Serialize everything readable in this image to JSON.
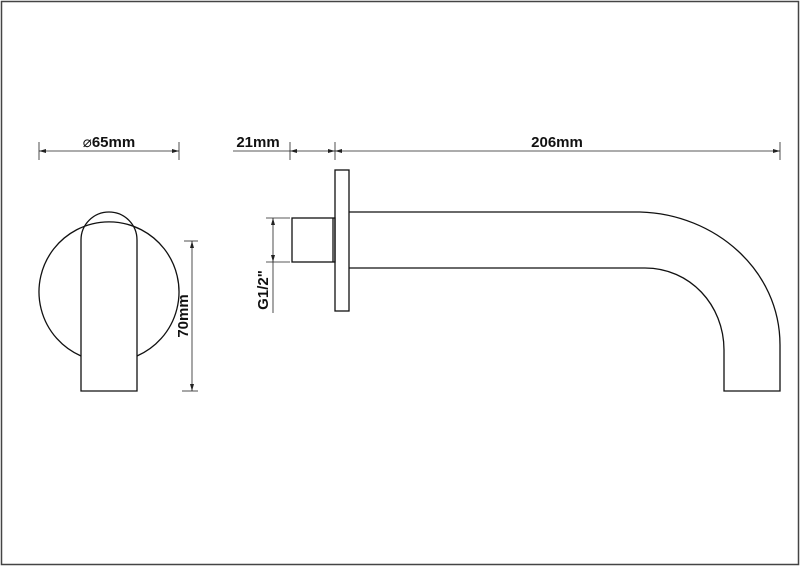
{
  "drawing": {
    "front_view": {
      "diameter_symbol": "⌀",
      "diameter_label": "65mm",
      "height_label": "70mm"
    },
    "side_view": {
      "thread_label": "G1/2\"",
      "flange_depth_label": "21mm",
      "spout_length_label": "206mm"
    }
  },
  "colors": {
    "line": "#111111",
    "background": "#ffffff"
  }
}
